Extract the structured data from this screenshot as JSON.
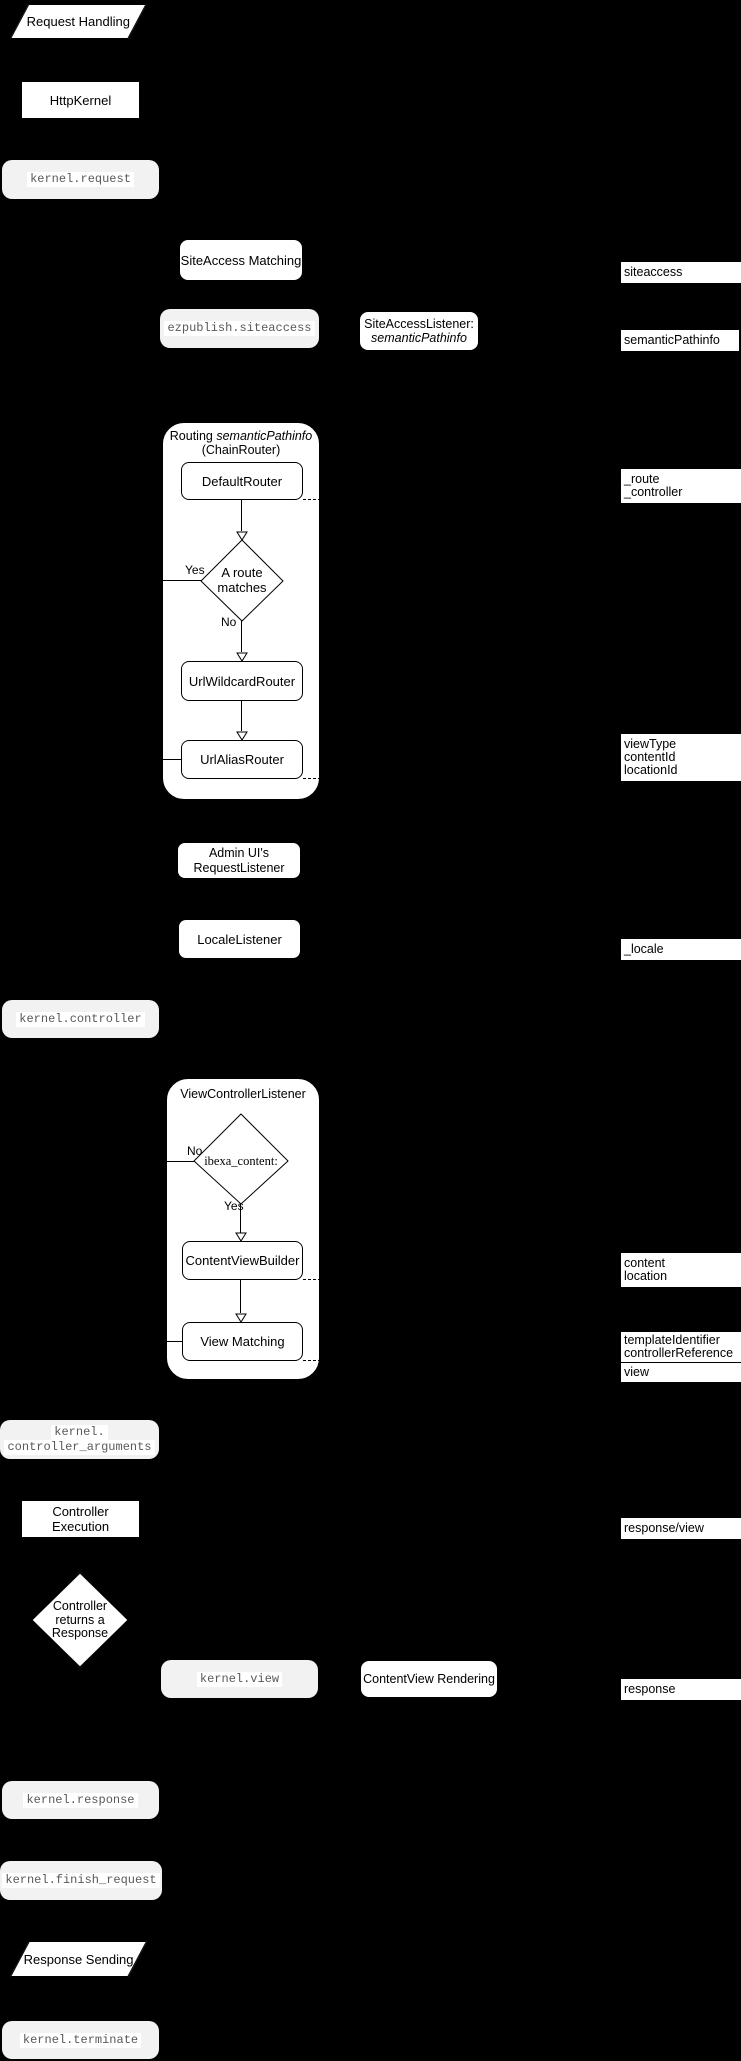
{
  "colors": {
    "background": "#000000",
    "shape_fill": "#ffffff",
    "event_fill": "#f2f2f2",
    "event_text": "#595959",
    "line": "#000000",
    "label_text": "#000000"
  },
  "shapes": {
    "request_handling": "Request Handling",
    "http_kernel": "HttpKernel",
    "siteaccess_matching": "SiteAccess Matching",
    "siteaccess_listener": {
      "line1": "SiteAccessListener:",
      "line2": "semanticPathinfo"
    },
    "admin_request_listener": {
      "line1": "Admin UI's",
      "line2": "RequestListener"
    },
    "locale_listener": "LocaleListener",
    "controller_execution": "Controller Execution",
    "response_decision": {
      "line1": "Controller",
      "line2": "returns a",
      "line3": "Response"
    },
    "content_view_rendering": "ContentView Rendering",
    "response_sending": "Response Sending"
  },
  "events": {
    "request": "kernel.request",
    "siteaccess": "ezpublish.siteaccess",
    "controller": "kernel.controller",
    "controller_arguments": {
      "line1": "kernel.",
      "line2": "controller_arguments"
    },
    "view": "kernel.view",
    "response": "kernel.response",
    "finish_request": "kernel.finish_request",
    "terminate": "kernel.terminate"
  },
  "routing": {
    "title_prefix": "Routing",
    "title_italic": "semanticPathinfo",
    "title_line2": "(ChainRouter)",
    "default_router": "DefaultRouter",
    "decision": {
      "line1": "A route",
      "line2": "matches"
    },
    "yes": "Yes",
    "no": "No",
    "url_wildcard_router": "UrlWildcardRouter",
    "url_alias_router": "UrlAliasRouter"
  },
  "view_controller": {
    "title": "ViewControllerListener",
    "decision": "ibexa_content:",
    "yes": "Yes",
    "no": "No",
    "content_view_builder": "ContentViewBuilder",
    "view_matching": "View Matching"
  },
  "side_labels": {
    "siteaccess": "siteaccess",
    "semantic_pathinfo": "semanticPathinfo",
    "route": {
      "line1": "_route",
      "line2": "_controller"
    },
    "view_type": {
      "line1": "viewType",
      "line2": "contentId",
      "line3": "locationId"
    },
    "locale": "_locale",
    "content": {
      "line1": "content",
      "line2": "location"
    },
    "template": {
      "line1": "templateIdentifier",
      "line2": "controllerReference"
    },
    "view": "view",
    "response_view": "response/view",
    "response": "response"
  }
}
